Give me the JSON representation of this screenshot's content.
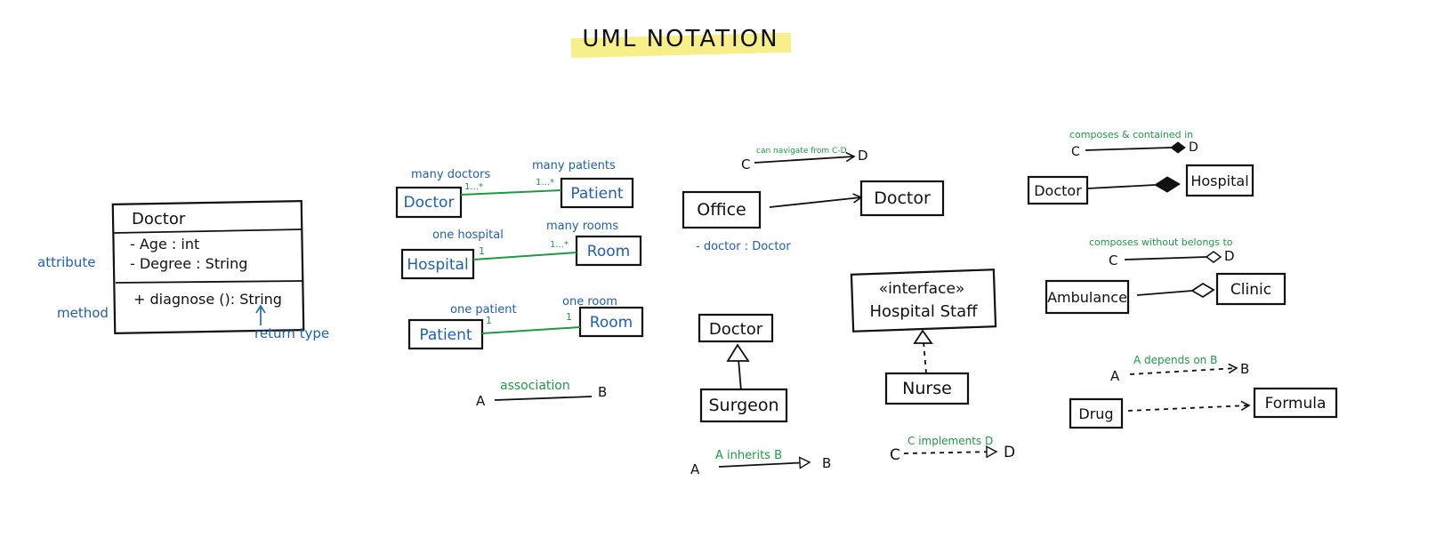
{
  "title": "UML NOTATION",
  "colors": {
    "ink": "#111111",
    "blue_note": "#1f5fb4",
    "green_note": "#1e9a45",
    "highlight": "#f7f08a"
  },
  "class_box": {
    "name": "Doctor",
    "attributes": [
      "- Age : int",
      "- Degree : String"
    ],
    "methods": [
      "+ diagnose (): String"
    ],
    "attribute_note": "attribute",
    "method_note": "method",
    "return_note": "return type"
  },
  "multiplicity": {
    "rows": [
      {
        "left": "Doctor",
        "right": "Patient",
        "left_note": "many doctors",
        "right_note": "many patients",
        "left_mult": "1...*",
        "right_mult": "1...*"
      },
      {
        "left": "Hospital",
        "right": "Room",
        "left_note": "one hospital",
        "right_note": "many rooms",
        "left_mult": "1",
        "right_mult": "1...*"
      },
      {
        "left": "Patient",
        "right": "Room",
        "left_note": "one patient",
        "right_note": "one room",
        "left_mult": "1",
        "right_mult": "1"
      }
    ],
    "legend": {
      "a": "A",
      "b": "B",
      "label": "association"
    }
  },
  "directed": {
    "legend": {
      "c": "C",
      "d": "D",
      "label": "can navigate from C-D"
    },
    "left": "Office",
    "right": "Doctor",
    "note": "- doctor : Doctor"
  },
  "inheritance": {
    "parent": "Doctor",
    "child": "Surgeon",
    "legend": {
      "a": "A",
      "b": "B",
      "label": "A inherits B"
    }
  },
  "realization": {
    "stereotype": "«interface»",
    "interface": "Hospital Staff",
    "impl": "Nurse",
    "legend": {
      "c": "C",
      "d": "D",
      "label": "C implements D"
    }
  },
  "composition": {
    "legend": {
      "c": "C",
      "d": "D",
      "label": "composes & contained in"
    },
    "left": "Doctor",
    "right": "Hospital"
  },
  "aggregation": {
    "legend": {
      "c": "C",
      "d": "D",
      "label": "composes without belongs to"
    },
    "left": "Ambulance",
    "right": "Clinic"
  },
  "dependency": {
    "legend": {
      "a": "A",
      "b": "B",
      "label": "A depends on B"
    },
    "left": "Drug",
    "right": "Formula"
  }
}
